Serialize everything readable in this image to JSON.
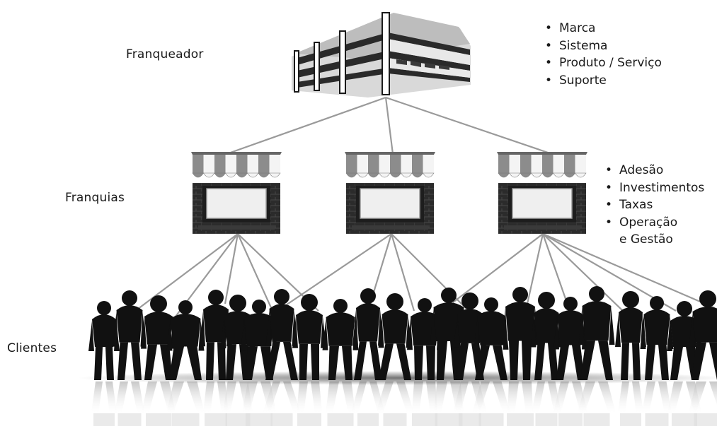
{
  "levels": {
    "franqueador": {
      "label": "Franqueador",
      "bullets": [
        "Marca",
        "Sistema",
        "Produto / Serviço",
        "Suporte"
      ]
    },
    "franquias": {
      "label": "Franquias",
      "bullets": [
        "Adesão",
        "Investimentos",
        "Taxas",
        "Operação"
      ],
      "bullet_continuation": "e Gestão"
    },
    "clientes": {
      "label": "Clientes"
    }
  },
  "bullet_symbol": "•",
  "icons": [
    "office-building-icon",
    "storefront-icon",
    "people-silhouette-icon"
  ],
  "colors": {
    "text": "#1a1a1a",
    "connector": "#9a9a9a",
    "building": "#2a2a2a",
    "awning_stripe": "#8c8c8c",
    "silhouette": "#111111",
    "reflection": "#cfcfcf"
  }
}
